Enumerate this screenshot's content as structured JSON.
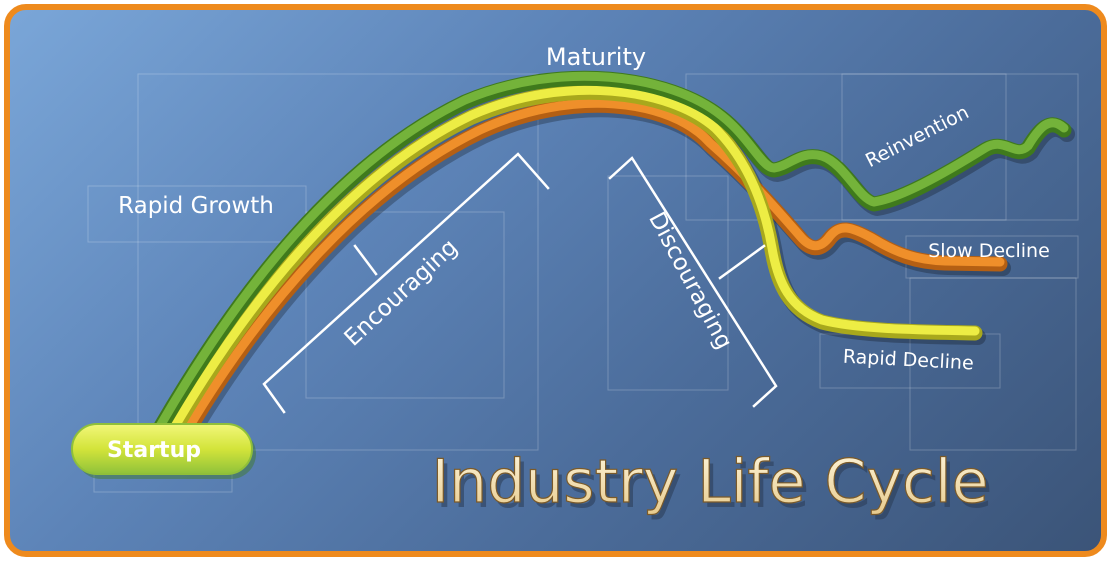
{
  "title": "Industry Life Cycle",
  "labels": {
    "maturity": "Maturity",
    "rapid_growth": "Rapid Growth",
    "encouraging": "Encouraging",
    "discouraging": "Discouraging",
    "reinvention": "Reinvention",
    "slow_decline": "Slow Decline",
    "rapid_decline": "Rapid Decline",
    "startup": "Startup"
  },
  "colors": {
    "frame": "#ee8a1d",
    "background_top": "#7aa6d8",
    "background_bottom": "#3b5478",
    "green_curve": "#5f9e2b",
    "yellow_curve": "#e4e33a",
    "orange_curve": "#dd7a1e",
    "startup_pill": "#d6e83c"
  }
}
